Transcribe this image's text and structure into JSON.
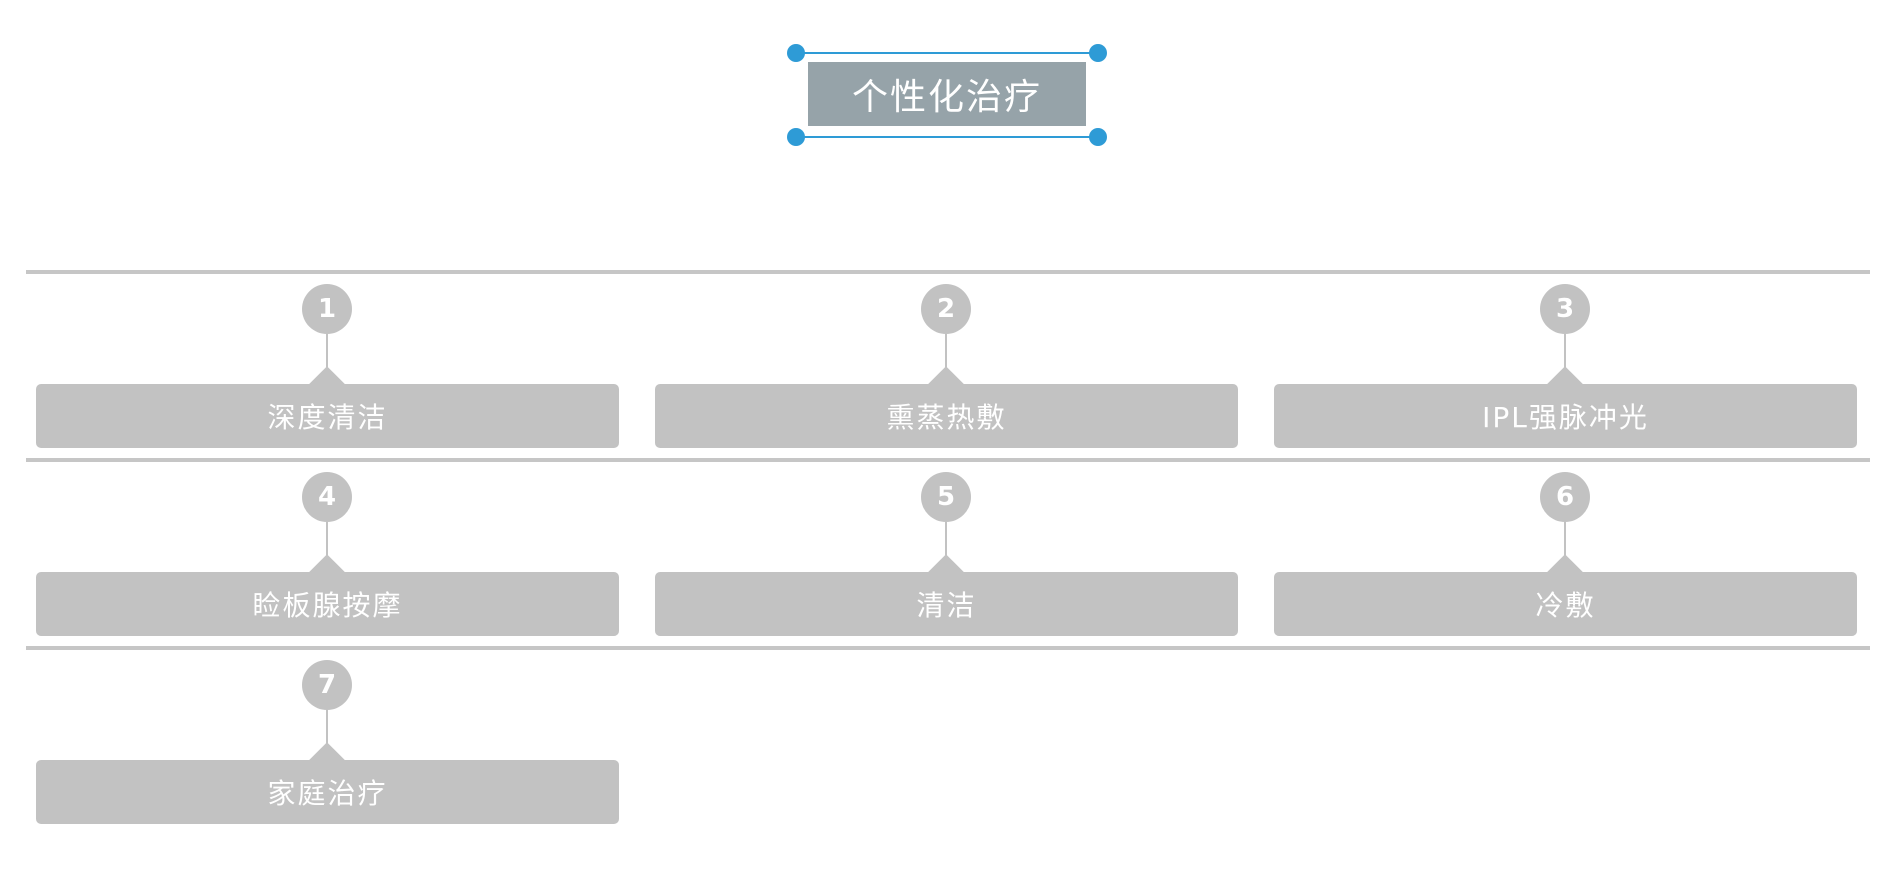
{
  "title": "个性化治疗",
  "colors": {
    "title_fill": "#96a3a9",
    "selection": "#2e9bd6",
    "step_fill": "#c2c2c2",
    "divider": "#c6c6c6"
  },
  "steps": [
    {
      "number": "1",
      "label": "深度清洁"
    },
    {
      "number": "2",
      "label": "熏蒸热敷"
    },
    {
      "number": "3",
      "label": "IPL强脉冲光"
    },
    {
      "number": "4",
      "label": "睑板腺按摩"
    },
    {
      "number": "5",
      "label": "清洁"
    },
    {
      "number": "6",
      "label": "冷敷"
    },
    {
      "number": "7",
      "label": "家庭治疗"
    }
  ]
}
